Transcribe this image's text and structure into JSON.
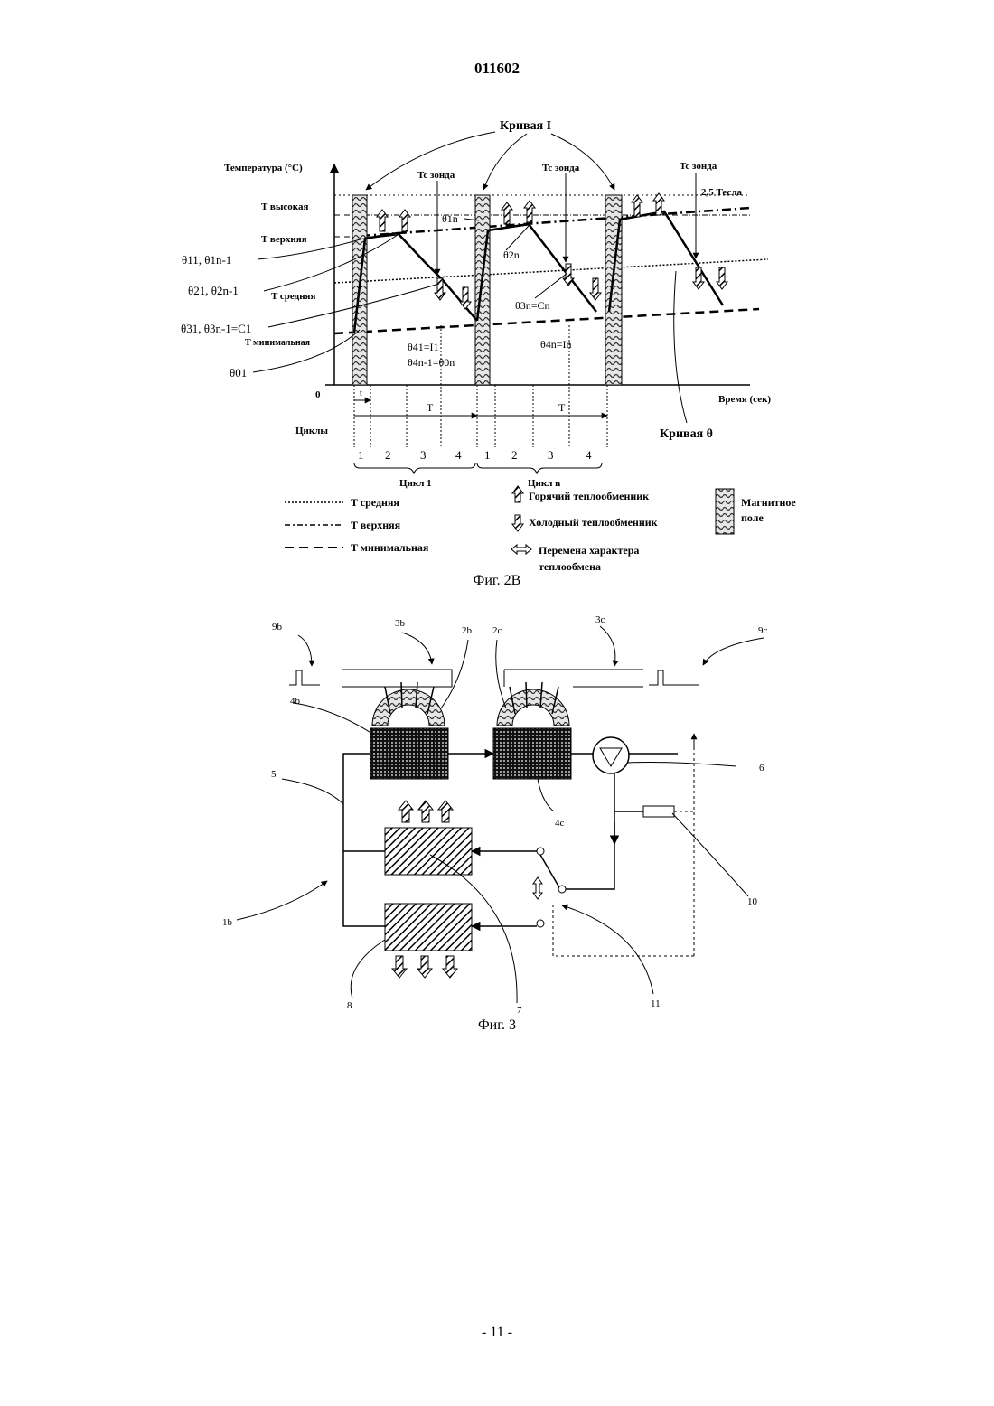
{
  "header": {
    "doc_number": "011602"
  },
  "fig2b": {
    "caption": "Фиг. 2В",
    "curve_i_label": "Кривая I",
    "curve_theta_label": "Кривая θ",
    "y_axis_label": "Температура (°C)",
    "x_axis_label": "Время (сек)",
    "origin_label": "0",
    "probe_labels": [
      "Tc зонда",
      "Tc зонда",
      "Tc зонда"
    ],
    "tesla_label": "2,5 Тесла",
    "level_labels": {
      "high": "T высокая",
      "upper": "T верхняя",
      "mid": "T средняя",
      "min": "T минимальная"
    },
    "point_labels": {
      "theta11": "θ11, θ1n-1",
      "theta21": "θ21, θ2n-1",
      "theta31": "θ31, θ3n-1=C1",
      "theta01": "θ01",
      "theta1n": "θ1n",
      "theta2n": "θ2n",
      "theta3n": "θ3n=Cn",
      "theta41": "θ41=I1",
      "theta4n1": "θ4n-1=θ0n",
      "theta4n": "θ4n=In"
    },
    "t_label": "t",
    "period_labels": [
      "T",
      "T"
    ],
    "cycles_label": "Циклы",
    "phase_numbers": [
      "1",
      "2",
      "3",
      "4",
      "1",
      "2",
      "3",
      "4"
    ],
    "cycle_labels": [
      "Цикл 1",
      "Цикл n"
    ],
    "legend": {
      "mid": "T средняя",
      "upper": "T верхняя",
      "min": "T минимальная",
      "hot": "Горячий теплообменник",
      "cold": "Холодный теплообменник",
      "switch_line1": "Перемена характера",
      "switch_line2": "теплообмена",
      "magnet_line1": "Магнитное",
      "magnet_line2": "поле"
    }
  },
  "fig3": {
    "caption": "Фиг. 3",
    "labels": {
      "l9b": "9b",
      "l3b": "3b",
      "l2b": "2b",
      "l2c": "2c",
      "l3c": "3c",
      "l9c": "9c",
      "l4b": "4b",
      "l5": "5",
      "l6": "6",
      "l4c": "4c",
      "l1b": "1b",
      "l10": "10",
      "l8": "8",
      "l7": "7",
      "l11": "11"
    }
  },
  "footer": {
    "page_number": "- 11 -"
  }
}
